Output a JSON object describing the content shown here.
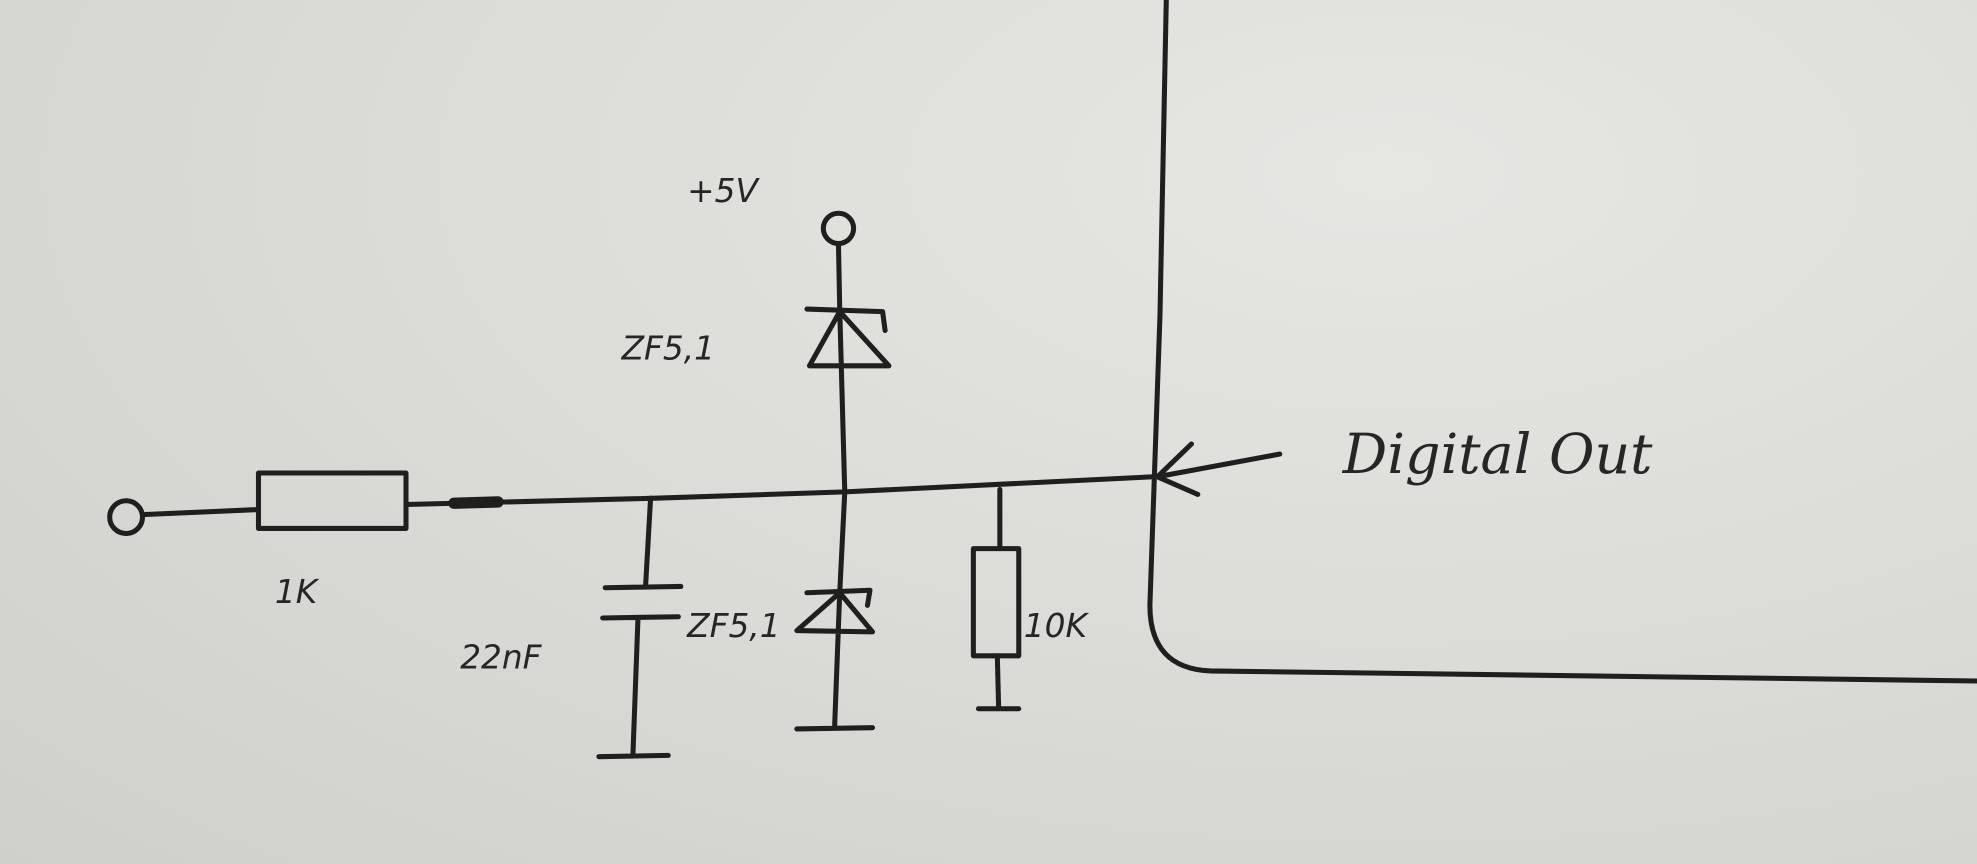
{
  "diagram": {
    "type": "circuit-schematic",
    "labels": {
      "supply": "+5V",
      "zener_top": "ZF5,1",
      "zener_bottom": "ZF5,1",
      "series_resistor": "1K",
      "capacitor": "22nF",
      "pulldown_resistor": "10K",
      "output": "Digital Out"
    },
    "ink_color": "#1f1f1f",
    "paper_color": "#dcdcd8"
  }
}
